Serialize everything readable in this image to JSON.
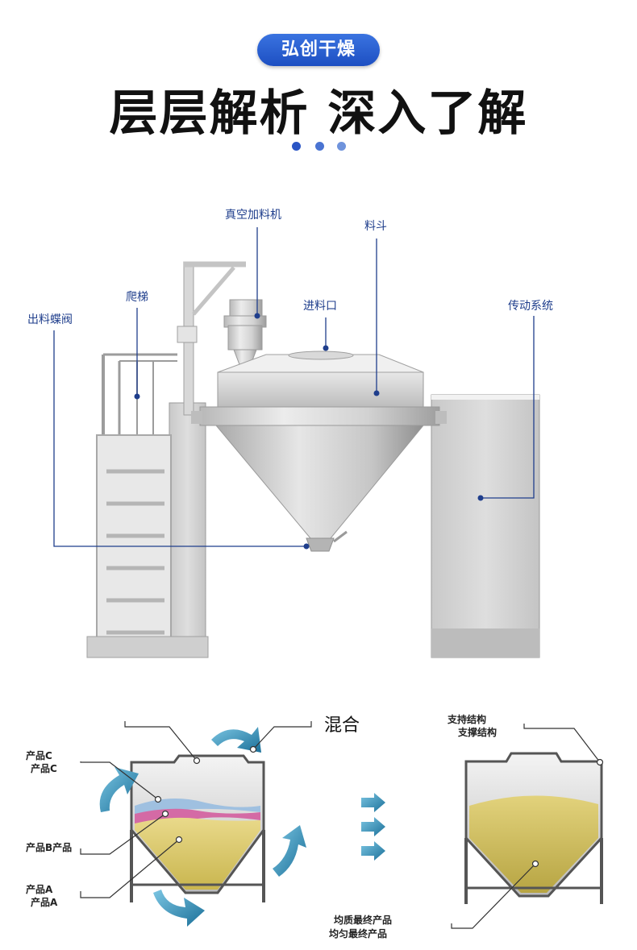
{
  "header": {
    "badge": "弘创干燥",
    "title": "层层解析 深入了解"
  },
  "colors": {
    "accent_blue": "#1d4fc2",
    "dot_colors": [
      "#2a55c5",
      "#4a74d2",
      "#6f93dc"
    ],
    "leader_line": "#1f3e8c"
  },
  "machine_labels": {
    "vacuum_loader": "真空加料机",
    "hopper": "料斗",
    "ladder": "爬梯",
    "feed_inlet": "进料口",
    "drive_system": "传动系统",
    "discharge_valve": "出料蝶阀"
  },
  "mixing_diagram": {
    "mix_label": "混合",
    "product_c_1": "产品C",
    "product_c_2": "产品C",
    "product_b": "产品B产品",
    "product_a_1": "产品A",
    "product_a_2": "产品A",
    "support_1": "支持结构",
    "support_2": "支撑结构",
    "final_1": "均质最终产品",
    "final_2": "均匀最终产品"
  }
}
